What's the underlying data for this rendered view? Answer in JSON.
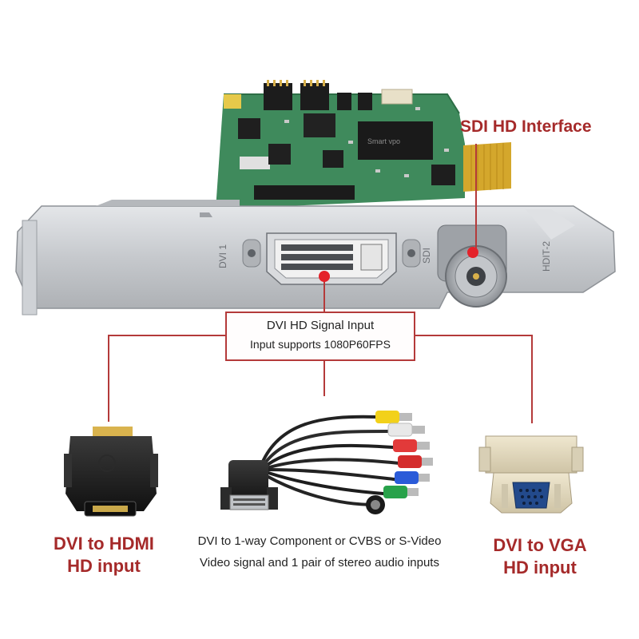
{
  "colors": {
    "accent": "#a52a2a",
    "board": "#3f8a5c",
    "bracket": "#c9ccd0",
    "callout_line": "#b43a3a"
  },
  "callouts": {
    "sdi_interface": "SDI HD Interface",
    "dvi_title": "DVI HD Signal Input",
    "dvi_subtitle": "Input supports 1080P60FPS"
  },
  "adapters": {
    "hdmi": {
      "line1": "DVI to HDMI",
      "line2": "HD input"
    },
    "component": {
      "line1": "DVI to 1-way Component or CVBS or S-Video",
      "line2": "Video signal and 1 pair of stereo audio inputs"
    },
    "vga": {
      "line1": "DVI to VGA",
      "line2": "HD input"
    }
  },
  "board_markings": {
    "chip": "Smart vpo",
    "dvi_port": "DVI 1",
    "sdi_port": "SDI",
    "bracket_side": "HDIT-2"
  },
  "icons": [
    "pcie-card-image",
    "hdmi-adapter-image",
    "component-cable-image",
    "vga-adapter-image",
    "red-dot-marker"
  ]
}
